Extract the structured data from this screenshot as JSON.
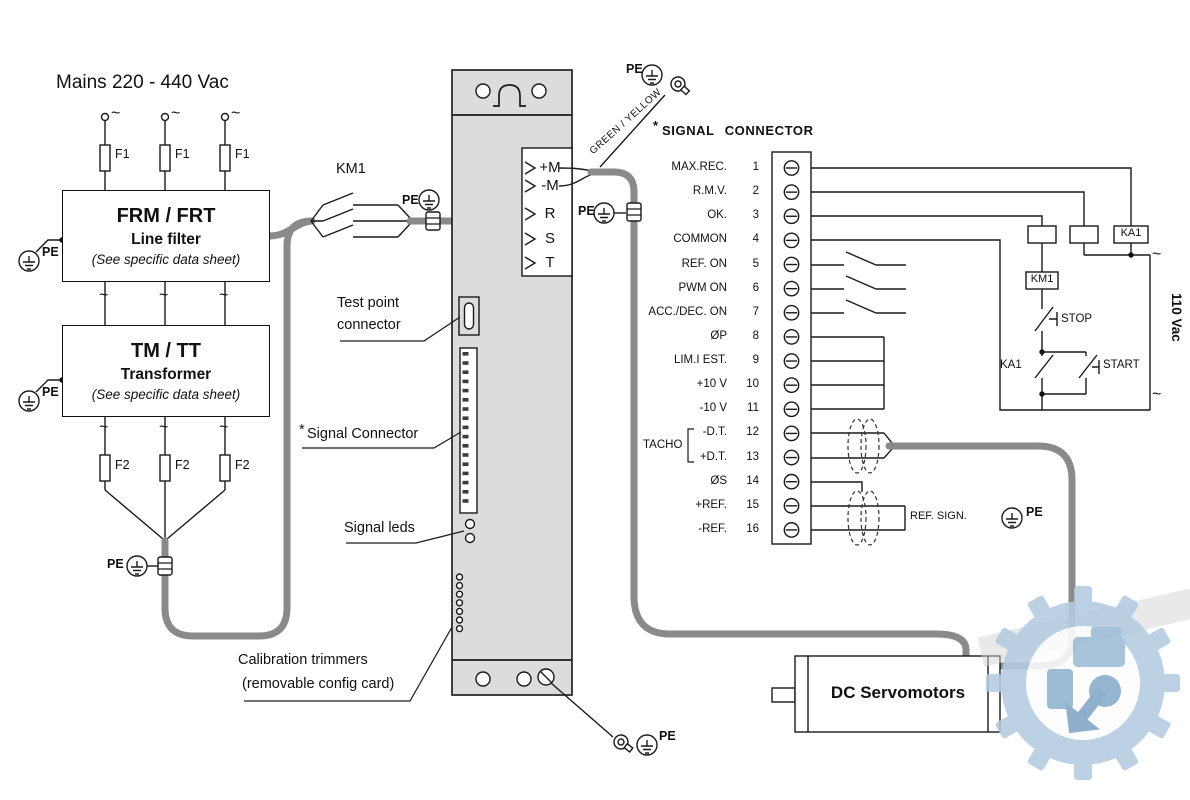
{
  "colors": {
    "cable_gray": "#8a8a8a",
    "drive_body": "#dcdcdc",
    "watermark_blue": "#b3cce1"
  },
  "mains": {
    "title": "Mains 220 - 440 Vac",
    "fuse1": "F1",
    "fuse2": "F2",
    "phase_symbol": "~"
  },
  "pe_label": "PE",
  "line_filter": {
    "title": "FRM / FRT",
    "subtitle": "Line filter",
    "note": "(See specific data sheet)"
  },
  "transformer": {
    "title": "TM / TT",
    "subtitle": "Transformer",
    "note": "(See specific data sheet)"
  },
  "contactor": {
    "label": "KM1"
  },
  "drive": {
    "terminals": [
      "+M",
      "-M",
      "R",
      "S",
      "T"
    ],
    "test_point_line1": "Test point",
    "test_point_line2": "connector",
    "signal_connector_star": "*",
    "signal_connector_label": "Signal Connector",
    "signal_leds_label": "Signal leds",
    "calibration_line1": "Calibration trimmers",
    "calibration_line2": "(removable config card)"
  },
  "cable": {
    "green_yellow": "GREEN / YELLOW"
  },
  "signal_connector": {
    "star": "*",
    "title": "SIGNAL CONNECTOR",
    "tacho_label": "TACHO",
    "ref_sign_label": "REF. SIGN.",
    "rows": [
      {
        "label": "MAX.REC.",
        "n": "1"
      },
      {
        "label": "R.M.V.",
        "n": "2"
      },
      {
        "label": "OK.",
        "n": "3"
      },
      {
        "label": "COMMON",
        "n": "4"
      },
      {
        "label": "REF. ON",
        "n": "5"
      },
      {
        "label": "PWM ON",
        "n": "6"
      },
      {
        "label": "ACC./DEC. ON",
        "n": "7"
      },
      {
        "label": "ØP",
        "n": "8"
      },
      {
        "label": "LIM.I EST.",
        "n": "9"
      },
      {
        "label": "+10 V",
        "n": "10"
      },
      {
        "label": "-10 V",
        "n": "11"
      },
      {
        "label": "-D.T.",
        "n": "12"
      },
      {
        "label": "+D.T.",
        "n": "13"
      },
      {
        "label": "ØS",
        "n": "14"
      },
      {
        "label": "+REF.",
        "n": "15"
      },
      {
        "label": "-REF.",
        "n": "16"
      }
    ]
  },
  "control_circuit": {
    "relay_ka1": "KA1",
    "contactor_km1": "KM1",
    "stop": "STOP",
    "start": "START",
    "ka1_contact": "KA1",
    "supply": "110 Vac",
    "phase_symbol": "~"
  },
  "motor": {
    "label": "DC Servomotors"
  }
}
